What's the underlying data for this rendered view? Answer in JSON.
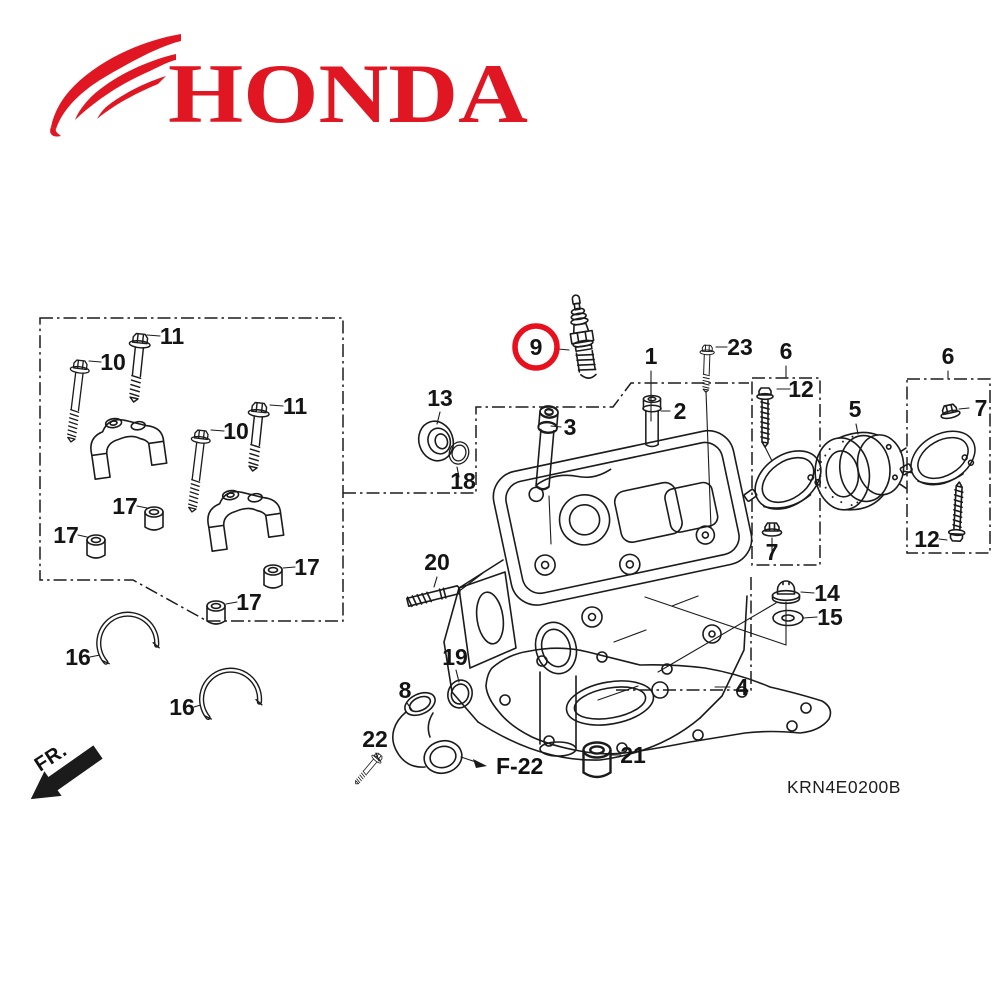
{
  "brand": {
    "wordmark": "HONDA"
  },
  "colors": {
    "brand_red": "#E01622",
    "highlight_red": "#E8101C",
    "ink": "#1B1B1B",
    "background": "#FFFFFF"
  },
  "diagram": {
    "code": "KRN4E0200B",
    "front_marker": "FR.",
    "cross_reference": "F-22",
    "circled_part": "9",
    "labels": [
      "10",
      "11",
      "10",
      "11",
      "17",
      "17",
      "17",
      "17",
      "16",
      "16",
      "9",
      "13",
      "18",
      "3",
      "2",
      "1",
      "23",
      "6",
      "12",
      "7",
      "5",
      "6",
      "7",
      "12",
      "20",
      "14",
      "15",
      "4",
      "19",
      "8",
      "22",
      "21"
    ]
  }
}
